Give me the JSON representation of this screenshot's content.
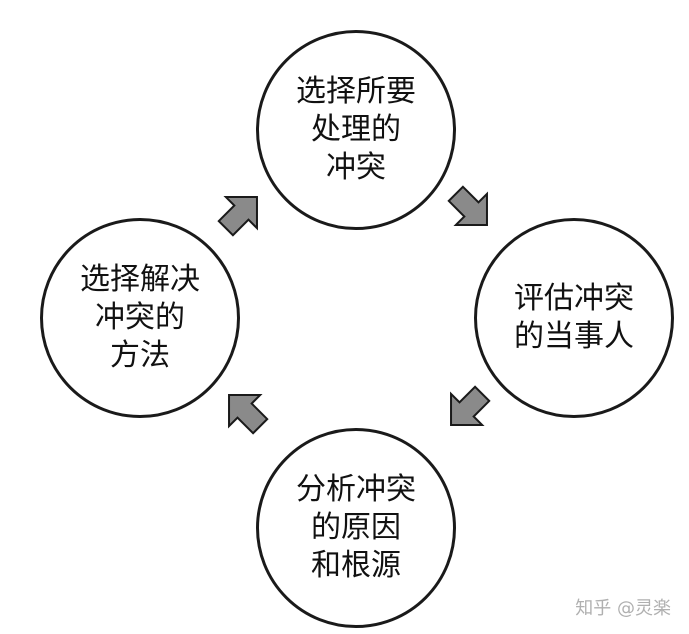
{
  "diagram": {
    "nodes": [
      {
        "id": "select-conflict",
        "lines": [
          "选择所要",
          "处理的",
          "冲突"
        ]
      },
      {
        "id": "assess-parties",
        "lines": [
          "评估冲突",
          "的当事人"
        ]
      },
      {
        "id": "analyze-causes",
        "lines": [
          "分析冲突",
          "的原因",
          "和根源"
        ]
      },
      {
        "id": "choose-method",
        "lines": [
          "选择解决",
          "冲突的",
          "方法"
        ]
      }
    ],
    "edges": [
      {
        "from": "select-conflict",
        "to": "assess-parties"
      },
      {
        "from": "assess-parties",
        "to": "analyze-causes"
      },
      {
        "from": "analyze-causes",
        "to": "choose-method"
      },
      {
        "from": "choose-method",
        "to": "select-conflict"
      }
    ],
    "colors": {
      "arrow_fill": "#8a8a8a",
      "arrow_stroke": "#1a1a1a",
      "node_border": "#1a1a1a"
    }
  },
  "watermark": "知乎 @灵楽"
}
